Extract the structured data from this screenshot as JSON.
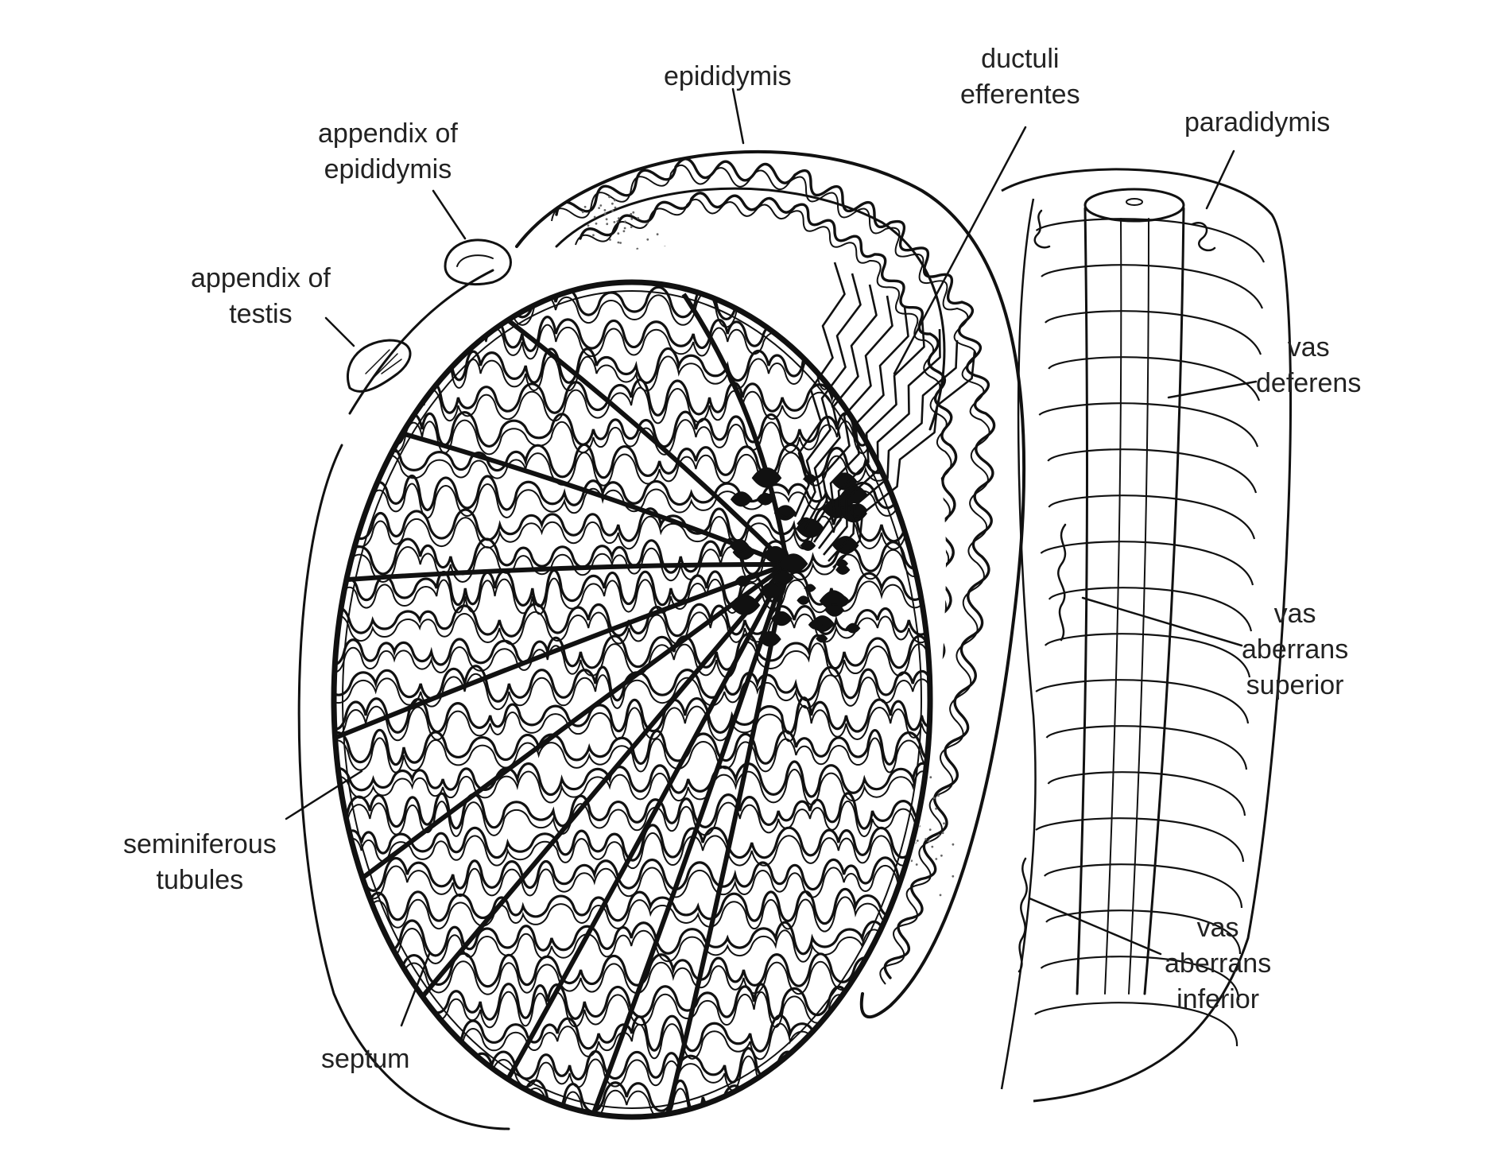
{
  "labels": {
    "epididymis": "epididymis",
    "ductuli_efferentes": [
      "ductuli",
      "efferentes"
    ],
    "paradidymis": "paradidymis",
    "appendix_of_epididymis": [
      "appendix of",
      "epididymis"
    ],
    "appendix_of_testis": [
      "appendix of",
      "testis"
    ],
    "vas_deferens": [
      "vas",
      "deferens"
    ],
    "vas_aberrans_superior": [
      "vas",
      "aberrans",
      "superior"
    ],
    "seminiferous_tubules": [
      "seminiferous",
      "tubules"
    ],
    "vas_aberrans_inferior": [
      "vas",
      "aberrans",
      "inferior"
    ],
    "septum": "septum"
  },
  "colors": {
    "ink": "#111111",
    "label_text": "#222222",
    "stipple": "#666666",
    "background": "#ffffff"
  }
}
